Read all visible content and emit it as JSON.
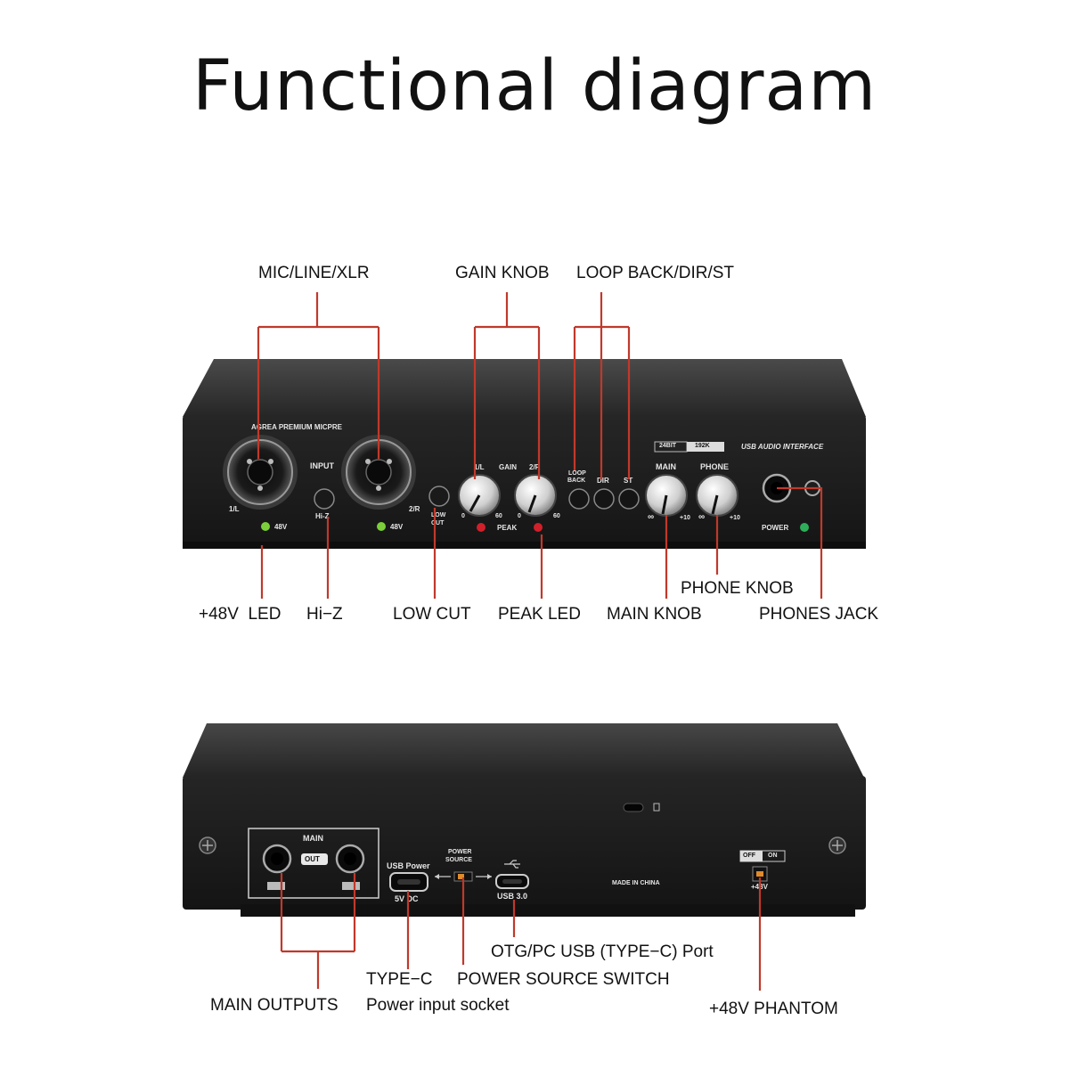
{
  "title": "Functional diagram",
  "front_labels": {
    "mic_line_xlr": "MIC/LINE/XLR",
    "gain_knob": "GAIN KNOB",
    "loop_back_dir_st": "LOOP BACK/DIR/ST",
    "led_48v": "+48V  LED",
    "hi_z": "Hi−Z",
    "low_cut": "LOW CUT",
    "peak_led": "PEAK LED",
    "main_knob": "MAIN KNOB",
    "phone_knob": "PHONE KNOB",
    "phones_jack": "PHONES JACK"
  },
  "back_labels": {
    "main_outputs": "MAIN OUTPUTS",
    "type_c": "TYPE−C",
    "power_input_socket": "Power input socket",
    "power_source_switch": "POWER SOURCE SWITCH",
    "otg_pc_usb": "OTG/PC USB (TYPE−C) Port",
    "phantom_48v": "+48V PHANTOM"
  },
  "front_panel_print": {
    "brand": "AGREA PREMIUM MICPRE",
    "input": "INPUT",
    "ch1": "1/L",
    "ch2": "2/R",
    "hi_z": "Hi-Z",
    "v48_a": "48V",
    "v48_b": "48V",
    "low_cut_1": "LOW",
    "low_cut_2": "CUT",
    "gain_1l": "1/L",
    "gain": "GAIN",
    "gain_2r": "2/R",
    "zero_a": "0",
    "sixty_a": "60",
    "zero_b": "0",
    "sixty_b": "60",
    "peak": "PEAK",
    "loop_1": "LOOP",
    "loop_2": "BACK",
    "dir": "DIR",
    "st": "ST",
    "bit": "24BIT",
    "khz": "192K",
    "usb_interface": "USB AUDIO INTERFACE",
    "main": "MAIN",
    "phone": "PHONE",
    "inf_a": "∞",
    "plus10_a": "+10",
    "inf_b": "∞",
    "plus10_b": "+10",
    "power": "POWER"
  },
  "back_panel_print": {
    "main": "MAIN",
    "out": "OUT",
    "usb_power": "USB Power",
    "dc": "5V DC",
    "power_source_1": "POWER",
    "power_source_2": "SOURCE",
    "usb30": "USB 3.0",
    "made_in": "MADE IN CHINA",
    "off": "OFF",
    "on": "ON",
    "plus48v": "+48V"
  },
  "colors": {
    "callout_line": "#c0392b",
    "chassis": "#2b2b2b",
    "panel": "#1c1c1c",
    "led_green": "#7ccf3a",
    "led_red": "#d0202a"
  }
}
